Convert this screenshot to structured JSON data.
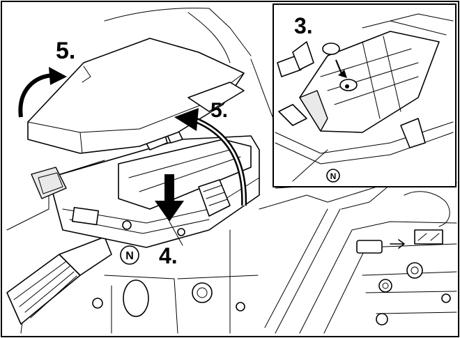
{
  "figure": {
    "step_labels": {
      "lid_rotate": "5.",
      "lid_lift": "5.",
      "press_down": "4.",
      "inset_step": "3."
    },
    "marker_letter": "N",
    "inset_marker_letter": "N"
  }
}
